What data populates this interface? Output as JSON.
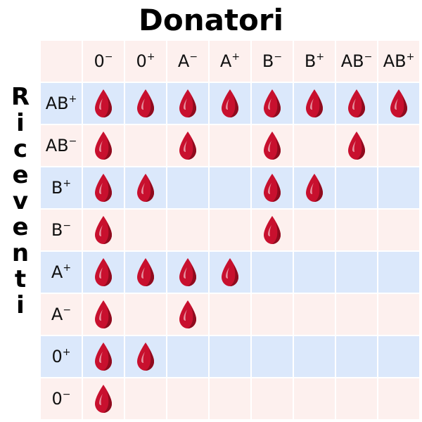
{
  "title": "Donatori",
  "side_title": "Riceventi",
  "donors": [
    {
      "base": "0",
      "sign": "−"
    },
    {
      "base": "0",
      "sign": "+"
    },
    {
      "base": "A",
      "sign": "−"
    },
    {
      "base": "A",
      "sign": "+"
    },
    {
      "base": "B",
      "sign": "−"
    },
    {
      "base": "B",
      "sign": "+"
    },
    {
      "base": "AB",
      "sign": "−"
    },
    {
      "base": "AB",
      "sign": "+"
    }
  ],
  "recipients": [
    {
      "base": "AB",
      "sign": "+",
      "row_color": "blue",
      "compatible": [
        1,
        1,
        1,
        1,
        1,
        1,
        1,
        1
      ]
    },
    {
      "base": "AB",
      "sign": "−",
      "row_color": "pink",
      "compatible": [
        1,
        0,
        1,
        0,
        1,
        0,
        1,
        0
      ]
    },
    {
      "base": "B",
      "sign": "+",
      "row_color": "blue",
      "compatible": [
        1,
        1,
        0,
        0,
        1,
        1,
        0,
        0
      ]
    },
    {
      "base": "B",
      "sign": "−",
      "row_color": "pink",
      "compatible": [
        1,
        0,
        0,
        0,
        1,
        0,
        0,
        0
      ]
    },
    {
      "base": "A",
      "sign": "+",
      "row_color": "blue",
      "compatible": [
        1,
        1,
        1,
        1,
        0,
        0,
        0,
        0
      ]
    },
    {
      "base": "A",
      "sign": "−",
      "row_color": "pink",
      "compatible": [
        1,
        0,
        1,
        0,
        0,
        0,
        0,
        0
      ]
    },
    {
      "base": "0",
      "sign": "+",
      "row_color": "blue",
      "compatible": [
        1,
        1,
        0,
        0,
        0,
        0,
        0,
        0
      ]
    },
    {
      "base": "0",
      "sign": "−",
      "row_color": "pink",
      "compatible": [
        1,
        0,
        0,
        0,
        0,
        0,
        0,
        0
      ]
    }
  ],
  "colors": {
    "header_row": "#fdf0ee",
    "pink_row": "#fdf0ee",
    "blue_row": "#dbe8fb",
    "drop": "#c8102e",
    "drop_dark": "#8f0b1e"
  },
  "icon": "blood-drop-icon"
}
